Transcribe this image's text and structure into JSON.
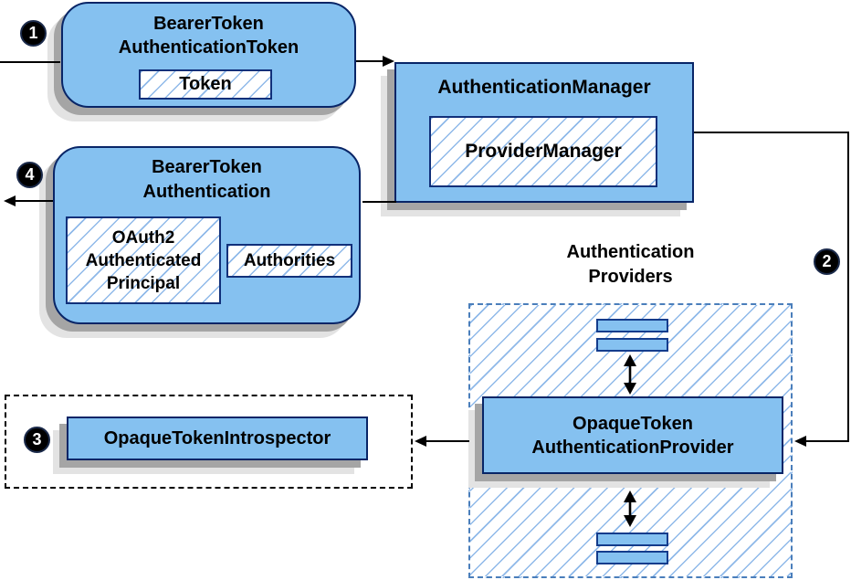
{
  "markers": [
    "1",
    "2",
    "3",
    "4"
  ],
  "nodes": {
    "btat": {
      "title": "BearerToken\nAuthenticationToken",
      "token_label": "Token"
    },
    "am": {
      "title": "AuthenticationManager",
      "provider_manager_label": "ProviderManager"
    },
    "bta": {
      "title": "BearerToken\nAuthentication",
      "principal_label": "OAuth2\nAuthenticated\nPrincipal",
      "authorities_label": "Authorities"
    },
    "providers": {
      "heading": "Authentication\nProviders",
      "provider_title": "OpaqueToken\nAuthenticationProvider"
    },
    "introspector": {
      "label": "OpaqueTokenIntrospector"
    }
  },
  "colors": {
    "node_fill": "#85C1F0",
    "node_border": "#082567",
    "hatch_line": "#8FB9E9",
    "providers_dash_border": "#4A7EBB",
    "introspector_dash_border": "#000000",
    "shadow_dark": "#A5A5A5",
    "shadow_light": "#E3E3E3",
    "connector": "#000000",
    "marker_bg": "#000000",
    "marker_text": "#FFFFFF"
  }
}
